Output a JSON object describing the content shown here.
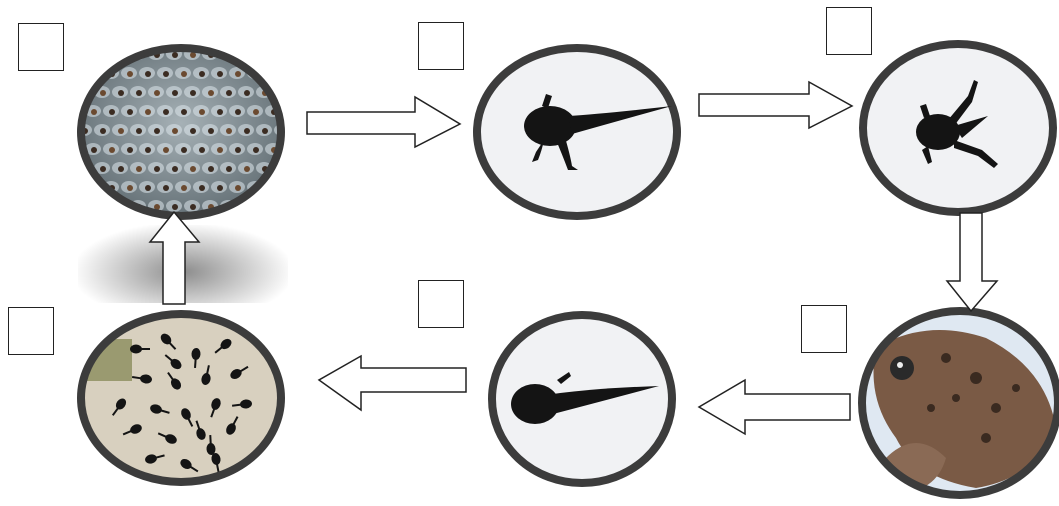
{
  "diagram": {
    "stages": [
      {
        "name": "frogspawn",
        "icon": "frog-eggs-icon"
      },
      {
        "name": "tadpole-with-back-legs",
        "icon": "tadpole-back-legs-icon"
      },
      {
        "name": "froglet",
        "icon": "froglet-icon"
      },
      {
        "name": "adult-frog",
        "icon": "adult-frog-icon"
      },
      {
        "name": "tadpole",
        "icon": "tadpole-icon"
      },
      {
        "name": "hatchlings",
        "icon": "hatchling-tadpoles-icon"
      }
    ],
    "answer_boxes": [
      "",
      "",
      "",
      "",
      "",
      ""
    ],
    "colors": {
      "ring": "#3c3c3c",
      "arrow_stroke": "#222222",
      "silhouette": "#141414",
      "egg_bg": "#7e8a90",
      "frog_brown": "#7a5a45",
      "sand": "#d8d0bf"
    }
  }
}
